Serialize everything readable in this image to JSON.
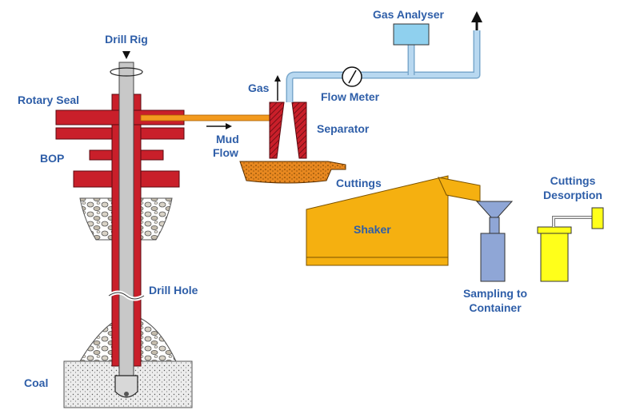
{
  "diagram": {
    "colors": {
      "label": "#2e5ea8",
      "drill_pipe": "#c91f2a",
      "pipe_inner": "#c8c8c8",
      "mud_line": "#f39a1e",
      "gas_line": "#b8d8f0",
      "gas_analyser": "#8fd0ee",
      "shaker": "#f5b010",
      "cuttings_tray": "#e88820",
      "sampler": "#8fa6d6",
      "desorption": "#ffff1a",
      "rock": "#b0a898",
      "coal": "#d8d8d8"
    },
    "labels": {
      "drill_rig": "Drill Rig",
      "rotary_seal": "Rotary Seal",
      "bop": "BOP",
      "gas": "Gas",
      "flow_meter": "Flow Meter",
      "gas_analyser": "Gas Analyser",
      "separator": "Separator",
      "mud_flow_1": "Mud",
      "mud_flow_2": "Flow",
      "cuttings": "Cuttings",
      "shaker": "Shaker",
      "cuttings_desorption_1": "Cuttings",
      "cuttings_desorption_2": "Desorption",
      "sampling_1": "Sampling to",
      "sampling_2": "Container",
      "drill_hole": "Drill Hole",
      "coal": "Coal"
    }
  }
}
